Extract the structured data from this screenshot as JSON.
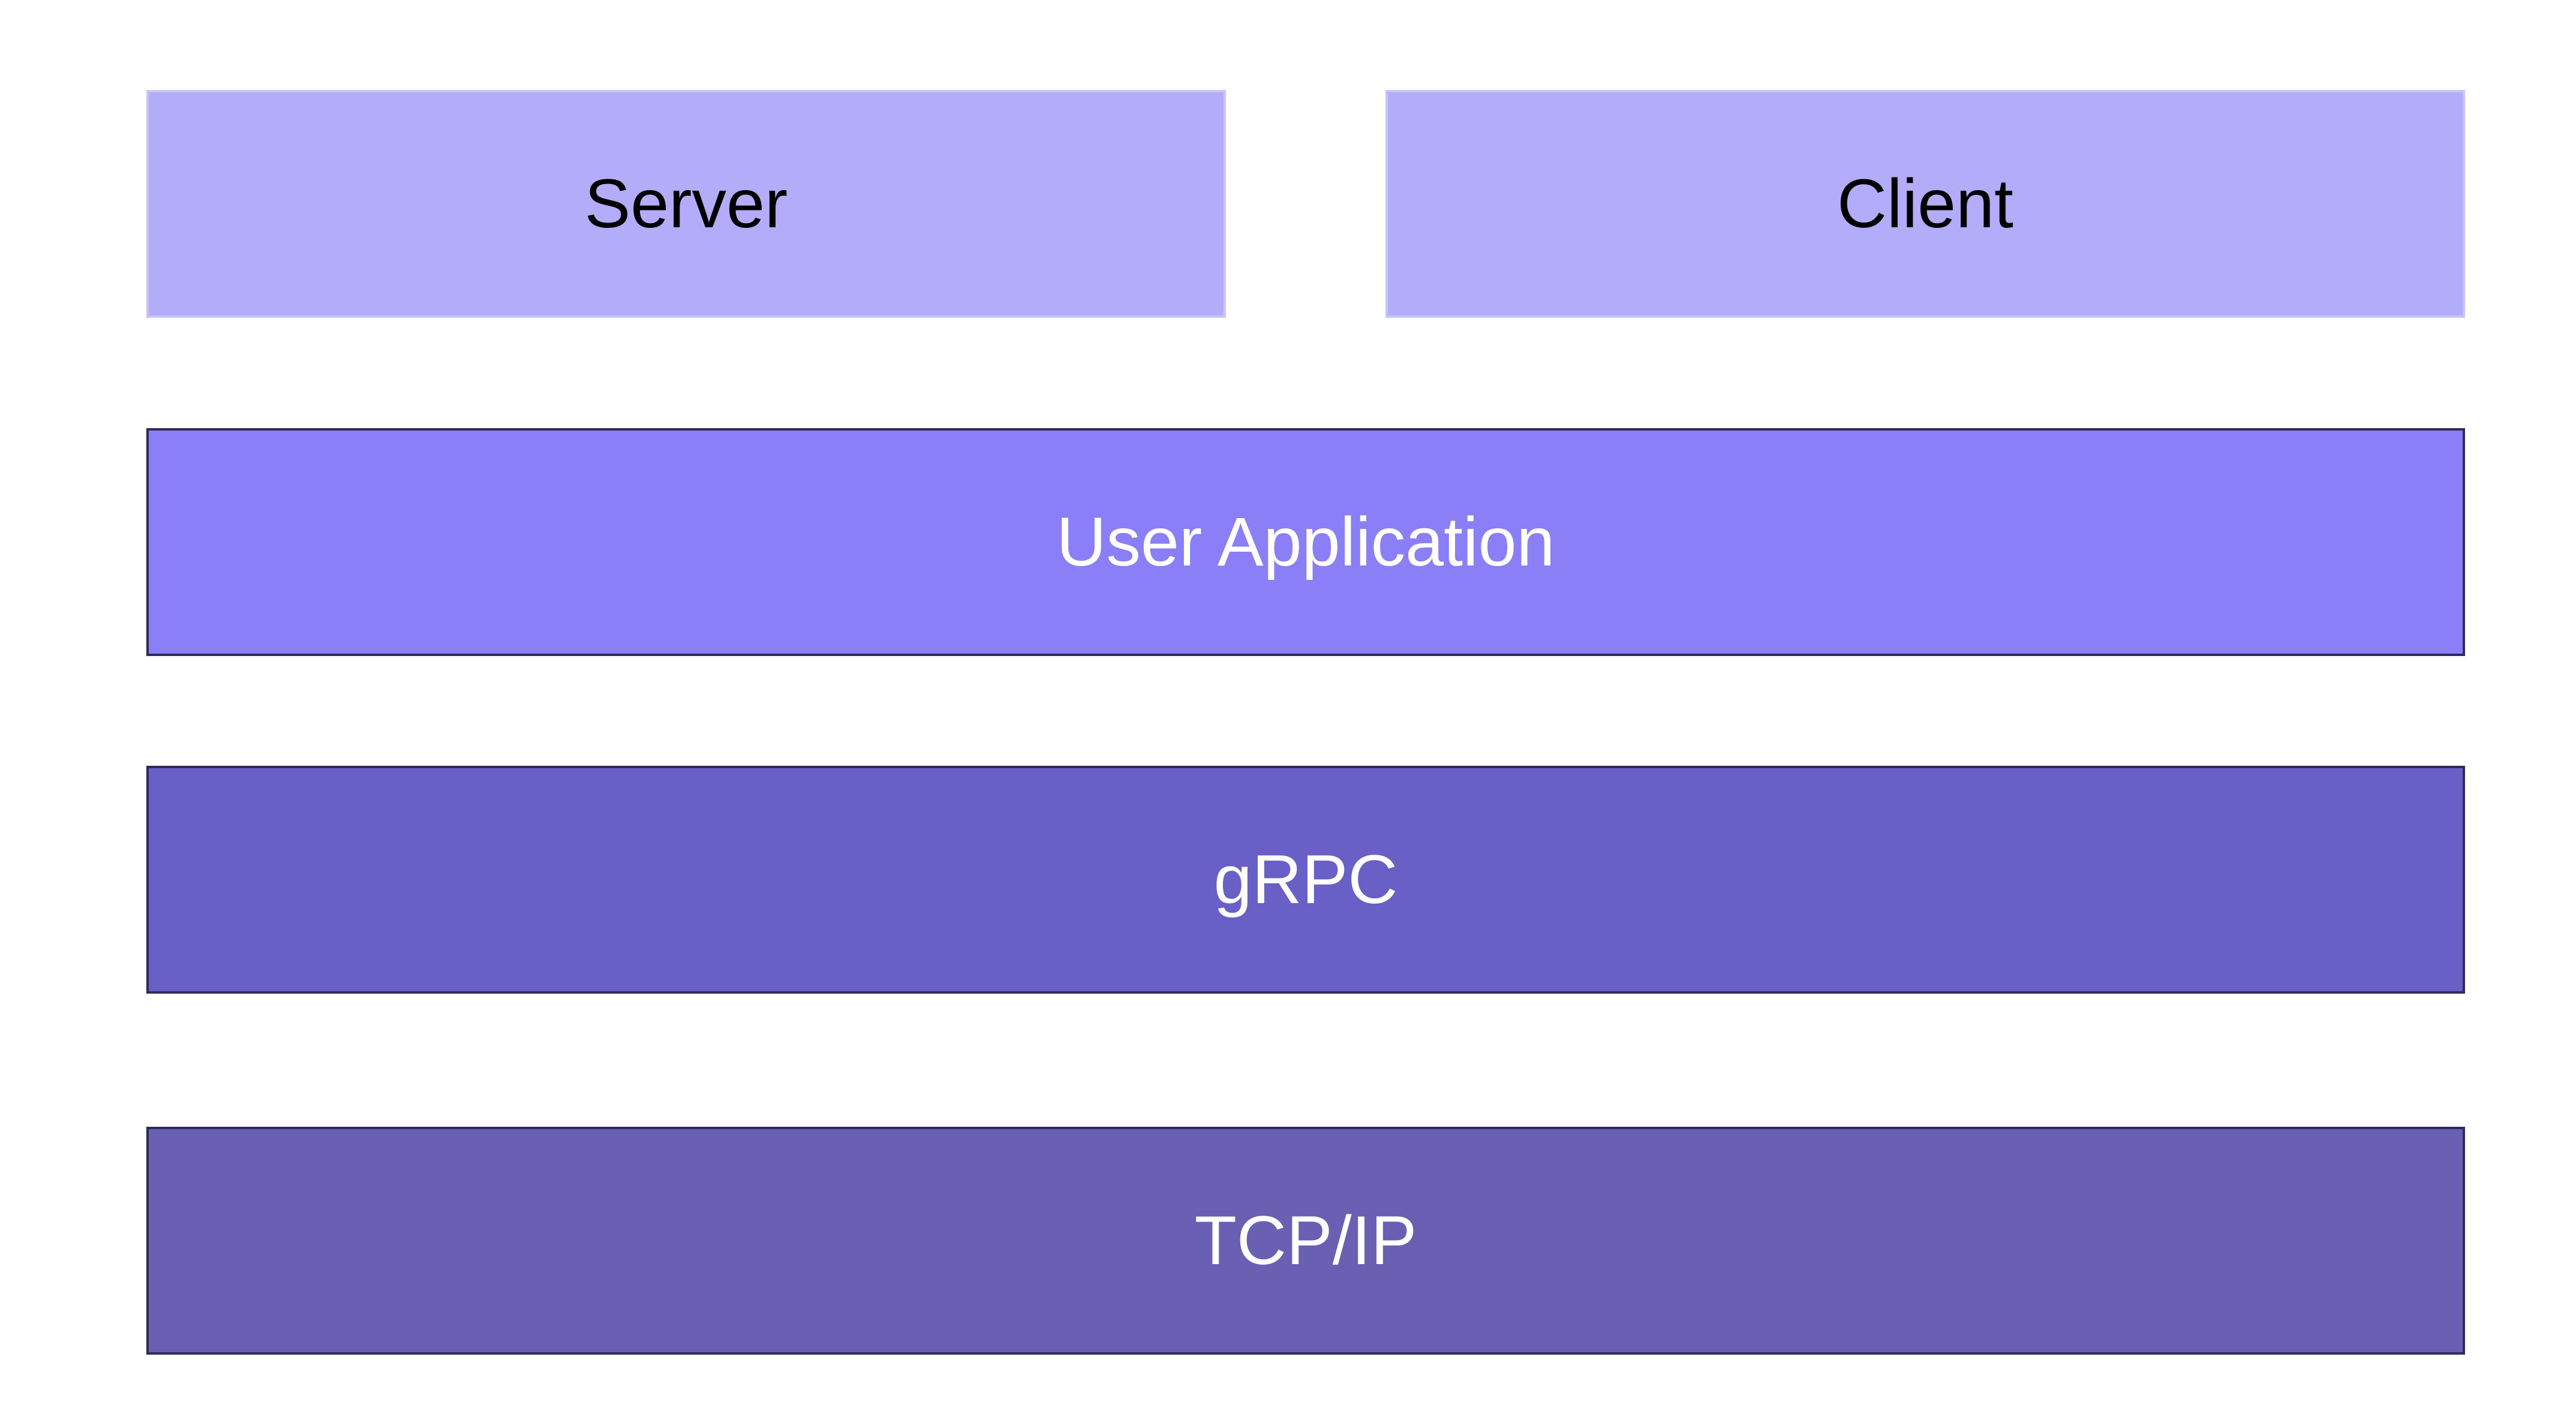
{
  "diagram": {
    "top_row": [
      {
        "label": "Server"
      },
      {
        "label": "Client"
      }
    ],
    "layers": [
      {
        "label": "User Application"
      },
      {
        "label": "gRPC"
      },
      {
        "label": "TCP/IP"
      }
    ]
  },
  "colors": {
    "top_boxes": "#b3acf9",
    "user_application": "#8a7ff6",
    "grpc": "#6960c7",
    "tcpip": "#6a60b3",
    "layer_border": "#2f2a59"
  }
}
